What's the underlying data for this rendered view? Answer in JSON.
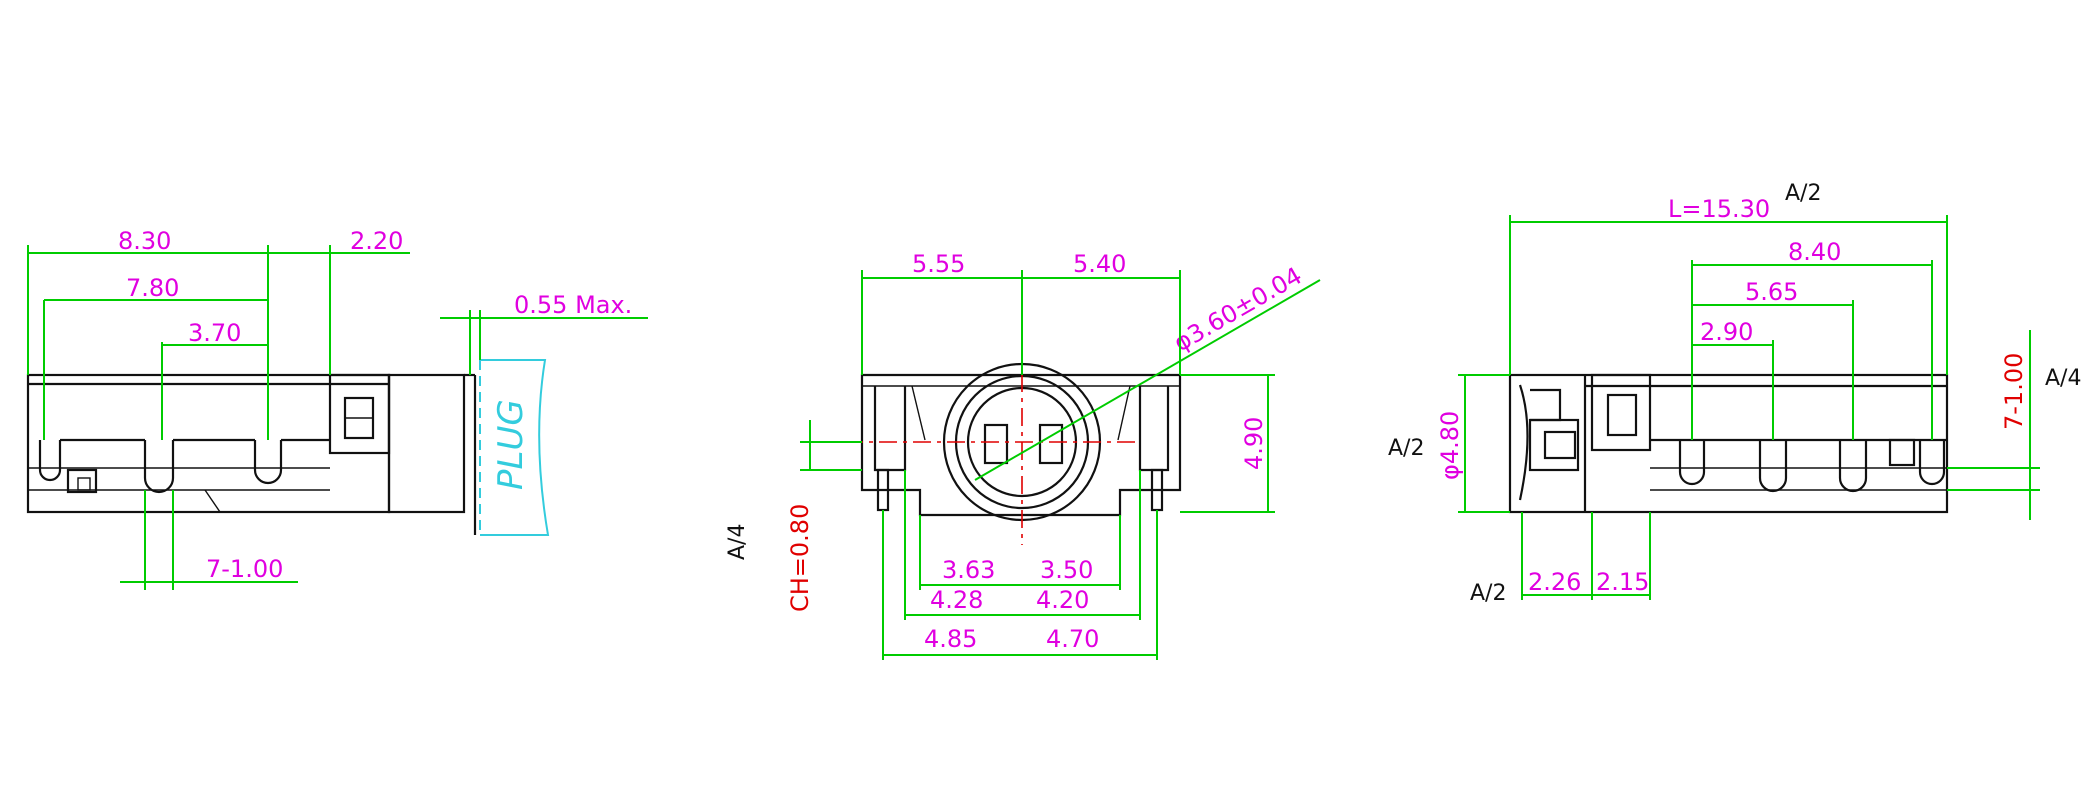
{
  "left_view": {
    "dims": [
      "8.30",
      "2.20",
      "7.80",
      "3.70",
      "0.55 Max.",
      "7-1.00"
    ],
    "plug_label": "PLUG"
  },
  "front_view": {
    "dims": [
      "5.55",
      "5.40",
      "φ3.60±0.04",
      "4.90",
      "3.63",
      "3.50",
      "4.28",
      "4.20",
      "4.85",
      "4.70"
    ],
    "chamfer": "CH=0.80",
    "tolerance": "A/4"
  },
  "right_view": {
    "dims": [
      "L=15.30",
      "8.40",
      "5.65",
      "2.90",
      "φ4.80",
      "2.26",
      "2.15"
    ],
    "pin_pitch": "7-1.00",
    "tolerances": [
      "A/2",
      "A/4",
      "A/2",
      "A/2"
    ]
  },
  "colors": {
    "dimension_line": "#00cc00",
    "dimension_text": "#e000e0",
    "outline": "#111111",
    "centerline": "#e00000",
    "plug": "#33ccdd"
  }
}
